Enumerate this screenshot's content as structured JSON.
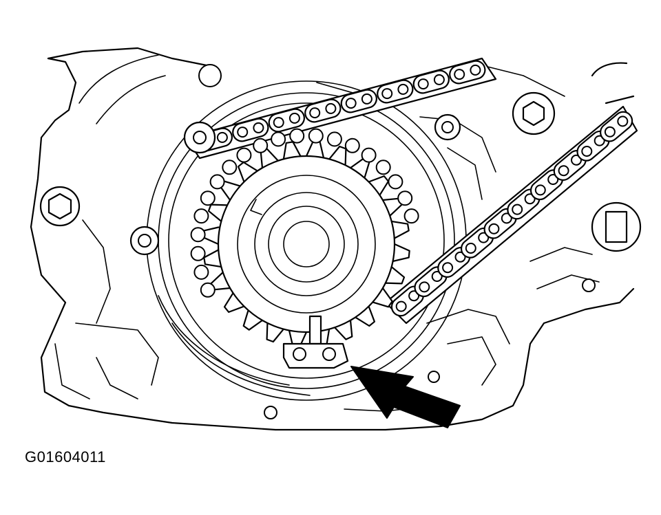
{
  "figure": {
    "id_label": "G01604011"
  },
  "colors": {
    "ink": "#000000",
    "paper": "#ffffff"
  },
  "sprocket": {
    "teeth": 24
  },
  "chain": {
    "links_upper_run": 8,
    "links_lower_run": 10
  }
}
